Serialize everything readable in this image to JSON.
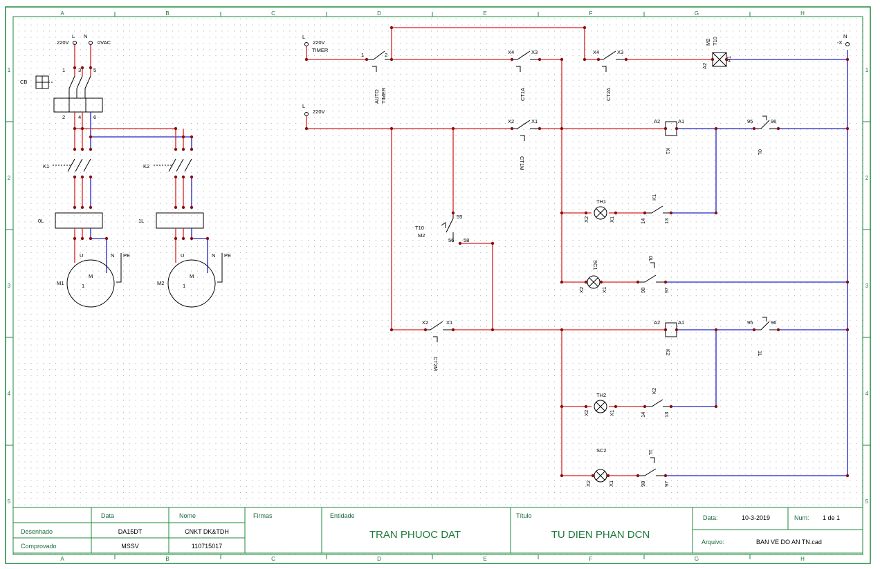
{
  "ruler": {
    "columns": [
      "A",
      "B",
      "C",
      "D",
      "E",
      "F",
      "G",
      "H"
    ],
    "rows": [
      "1",
      "2",
      "3",
      "4",
      "5"
    ]
  },
  "power": {
    "supply_l": "L",
    "supply_n": "N",
    "volt_l": "220V",
    "volt_n": "0VAC",
    "cb": "CB",
    "k1": "K1",
    "k2": "K2",
    "ol1": "0L",
    "ol2": "1L",
    "m1": "M1",
    "m2": "M2",
    "motor": "M",
    "phase": "1",
    "u": "U",
    "n": "N",
    "pe": "PE",
    "t1": "1",
    "t2": "2",
    "t3": "3",
    "t4": "4",
    "t5": "5",
    "t6": "6"
  },
  "control": {
    "l": "L",
    "v220": "220V",
    "timer": "TIMER",
    "nx": "N",
    "x": "-X",
    "auto_timer_1": "AUTO",
    "auto_timer_2": "TIMER",
    "ct1a": "CT1A",
    "ct2a": "CT2A",
    "ct1m": "CT1M",
    "ct2m": "CT2M",
    "t10": "T10",
    "m2": "M2",
    "k1": "K1",
    "k2": "K2",
    "th1": "TH1",
    "th2": "TH2",
    "sc1": "SC1",
    "sc2": "SC2",
    "ol0": "0L",
    "ol1": "1L",
    "a1": "A1",
    "a2": "A2",
    "x1": "X1",
    "x2": "X2",
    "x3": "X3",
    "x4": "X4",
    "n1": "1",
    "n2": "2",
    "n13": "13",
    "n14": "14",
    "n55": "55",
    "n56": "56",
    "n58": "58",
    "n95": "95",
    "n96": "96",
    "n97": "97",
    "n98": "98"
  },
  "title_block": {
    "col_data": "Data",
    "col_nome": "Nome",
    "firmas": "Firmas",
    "entidade": "Entidade",
    "titulo": "Título",
    "desenhado": "Desenhado",
    "comprovado": "Comprovado",
    "desenhado_data": "DA15DT",
    "desenhado_nome": "CNKT DK&TDH",
    "comprovado_data": "MSSV",
    "comprovado_nome": "110715017",
    "entidade_val": "TRAN PHUOC DAT",
    "titulo_val": "TU DIEN PHAN DCN",
    "data_label": "Data:",
    "data_val": "10-3-2019",
    "num_label": "Num:",
    "num_val": "1 de 1",
    "arquivo_label": "Arquivo:",
    "arquivo_val": "BAN VE DO AN TN.cad"
  }
}
